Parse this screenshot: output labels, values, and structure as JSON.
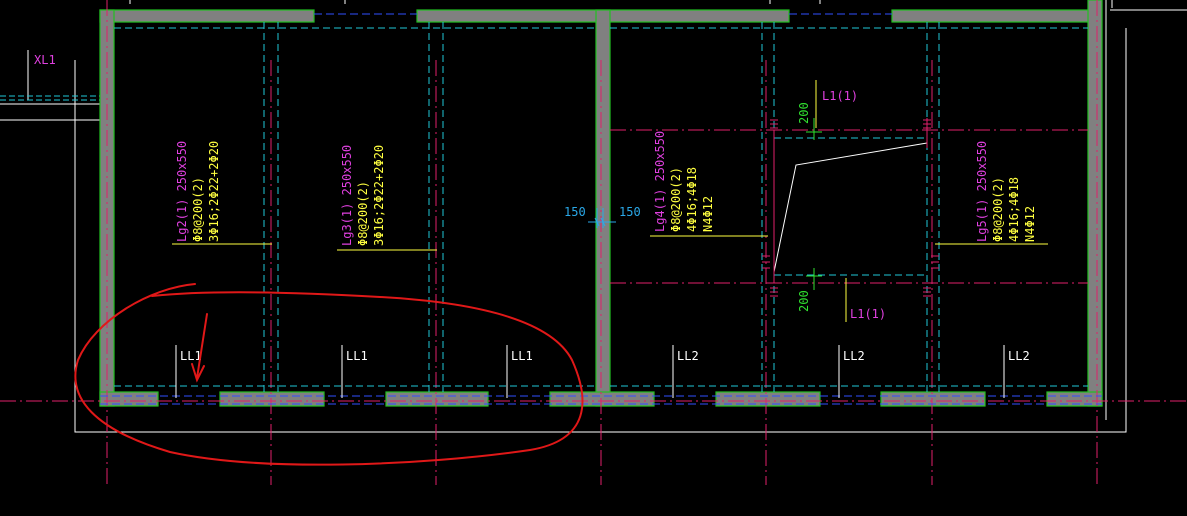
{
  "drawing": {
    "colors": {
      "background": "#000000",
      "wall_fill": "#808080",
      "wall_edge": "#22c022",
      "axis": "#e0206a",
      "dashed_cyan": "#20c8d8",
      "dashed_blue": "#3050ff",
      "annotation_yellow": "#ffff40",
      "annotation_magenta": "#e040e0",
      "dimension_cyan": "#2aa8e8",
      "dimension_green": "#30e030",
      "markup_red": "#e01818"
    },
    "labels": {
      "xl1": "XL1",
      "l1_top": "L1(1)",
      "l1_bottom": "L1(1)",
      "dim_200_top": "200",
      "dim_200_bottom": "200",
      "dim_150_left": "150",
      "dim_150_right": "150"
    },
    "beams": [
      {
        "name": "Lg2(1) 250x550",
        "stirrup": "Φ8@200(2)",
        "rebar": "3Φ16;2Φ22+2Φ20",
        "extra": ""
      },
      {
        "name": "Lg3(1) 250x550",
        "stirrup": "Φ8@200(2)",
        "rebar": "3Φ16;2Φ22+2Φ20",
        "extra": ""
      },
      {
        "name": "Lg4(1) 250x550",
        "stirrup": "Φ8@200(2)",
        "rebar": "4Φ16;4Φ18",
        "extra": "N4Φ12"
      },
      {
        "name": "Lg5(1) 250x550",
        "stirrup": "Φ8@200(2)",
        "rebar": "4Φ16;4Φ18",
        "extra": "N4Φ12"
      }
    ],
    "lintels": [
      "LL1",
      "LL1",
      "LL1",
      "LL2",
      "LL2",
      "LL2"
    ]
  }
}
